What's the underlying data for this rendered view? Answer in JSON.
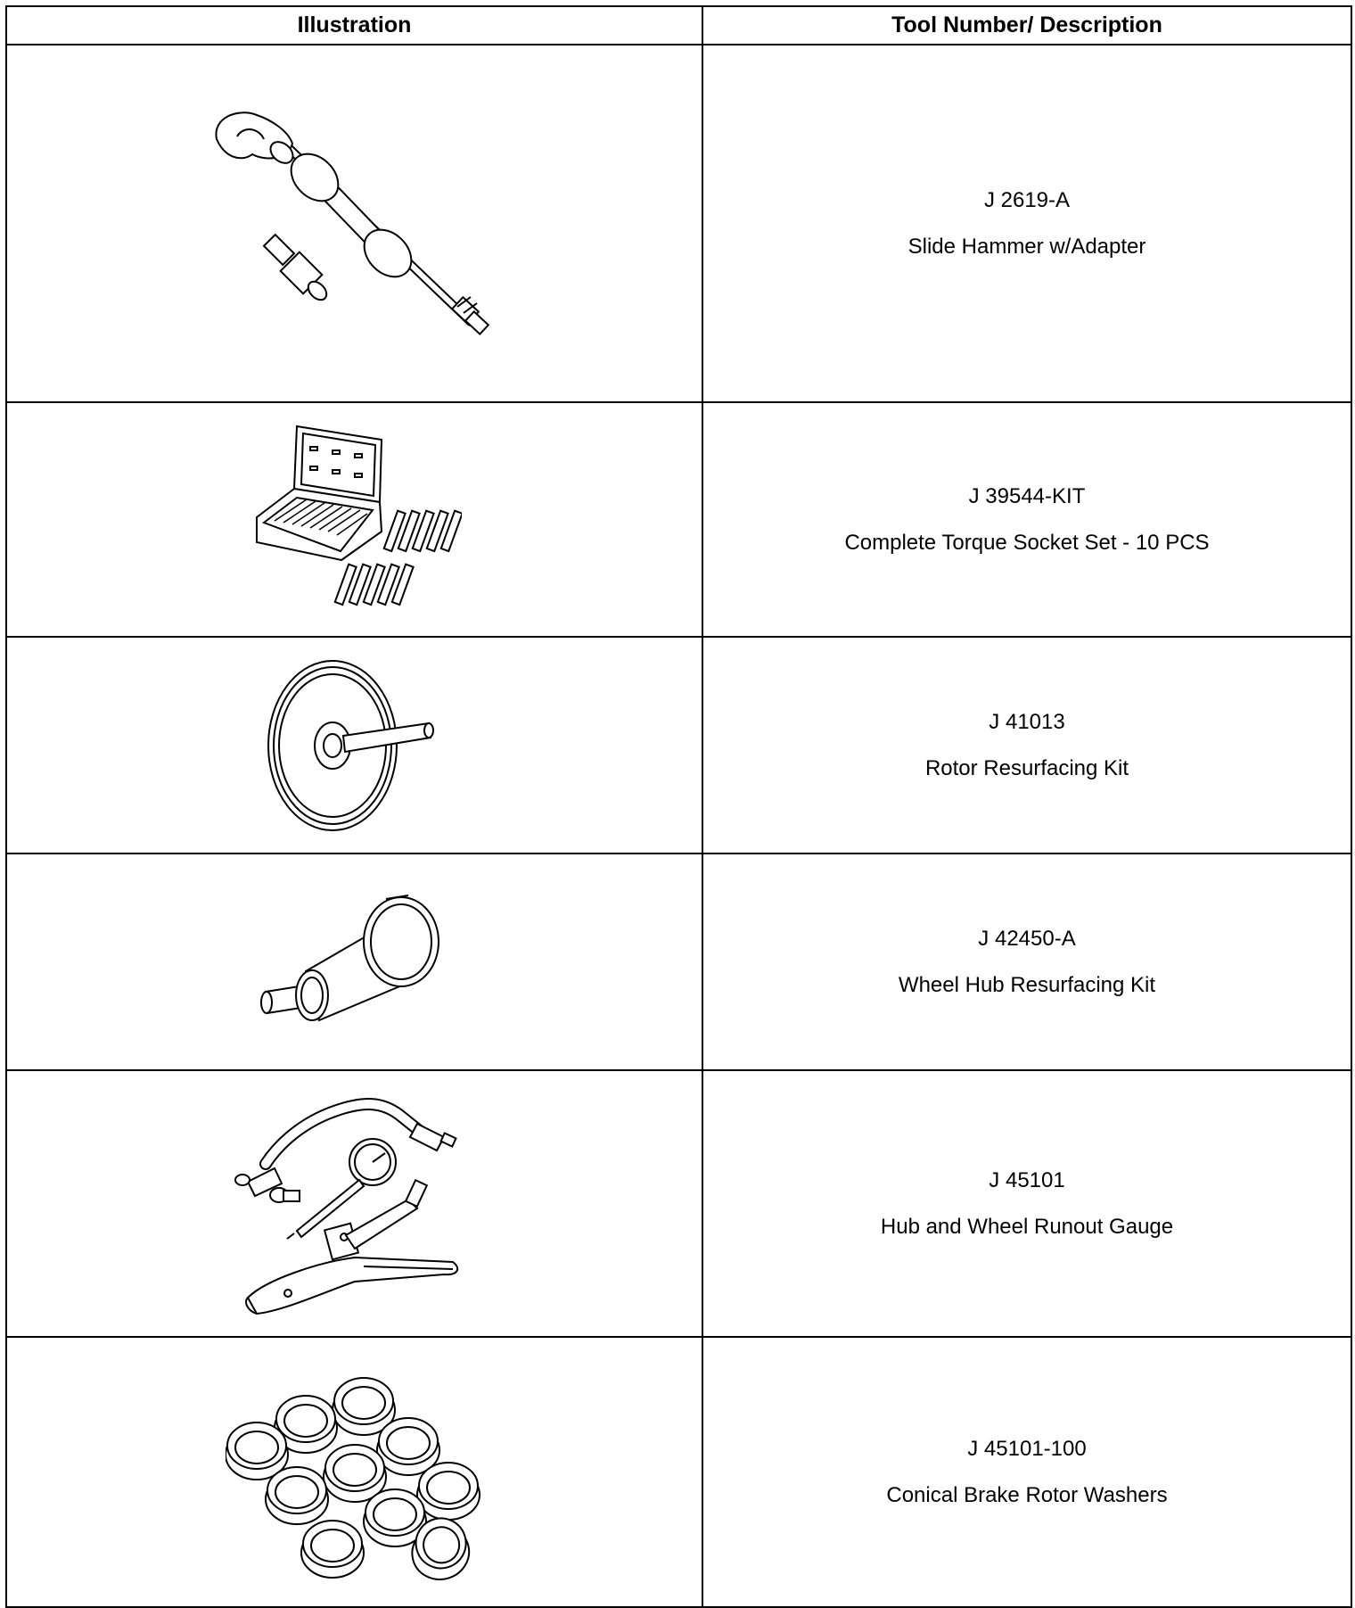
{
  "table": {
    "headers": [
      "Illustration",
      "Tool Number/ Description"
    ],
    "rows": [
      {
        "number": "J 2619-A",
        "description": "Slide Hammer w/Adapter",
        "icon": "slide-hammer-icon"
      },
      {
        "number": "J 39544-KIT",
        "description": "Complete Torque Socket Set - 10 PCS",
        "icon": "socket-set-icon"
      },
      {
        "number": "J 41013",
        "description": "Rotor Resurfacing Kit",
        "icon": "rotor-resurfacing-icon"
      },
      {
        "number": "J 42450-A",
        "description": "Wheel Hub Resurfacing Kit",
        "icon": "wheel-hub-resurfacing-icon"
      },
      {
        "number": "J 45101",
        "description": "Hub and Wheel Runout Gauge",
        "icon": "runout-gauge-icon"
      },
      {
        "number": "J 45101-100",
        "description": "Conical Brake Rotor Washers",
        "icon": "rotor-washers-icon"
      }
    ]
  }
}
